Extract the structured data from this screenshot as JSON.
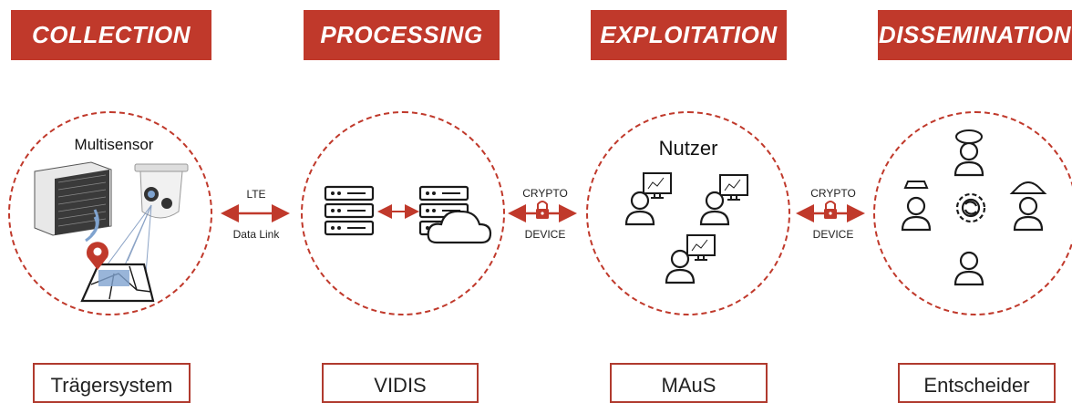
{
  "stages": [
    {
      "header": "COLLECTION",
      "caption": "Multisensor",
      "box": "Trägersystem"
    },
    {
      "header": "PROCESSING",
      "caption": "",
      "box": "VIDIS"
    },
    {
      "header": "EXPLOITATION",
      "caption": "Nutzer",
      "box": "MAuS"
    },
    {
      "header": "DISSEMINATION",
      "caption": "",
      "box": "Entscheider"
    }
  ],
  "links": {
    "collection_processing": {
      "top": "LTE",
      "bottom": "Data Link"
    },
    "processing_exploitation": {
      "top": "CRYPTO",
      "bottom": "DEVICE"
    },
    "exploitation_dissemination": {
      "top": "CRYPTO",
      "bottom": "DEVICE"
    }
  },
  "colors": {
    "accent": "#c0392b",
    "icon": "#1a1a1a",
    "sensor_blue": "#7fa3cf"
  }
}
